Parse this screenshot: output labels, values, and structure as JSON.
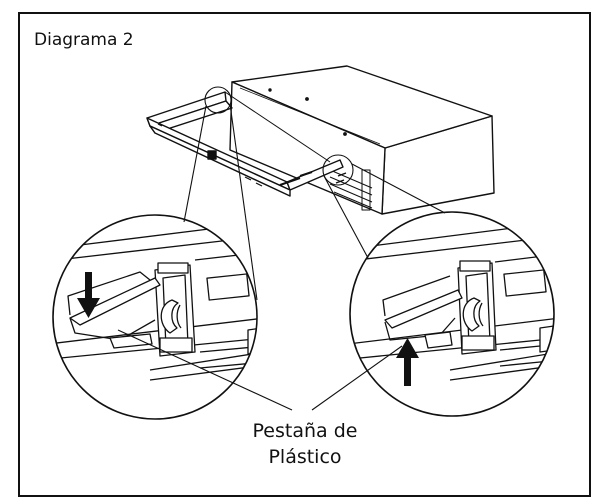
{
  "diagram": {
    "title": "Diagrama 2",
    "callout_line1": "Pestaña de",
    "callout_line2": "Plástico",
    "arrow_left_direction": "down",
    "arrow_right_direction": "up",
    "line_color": "#111111"
  }
}
